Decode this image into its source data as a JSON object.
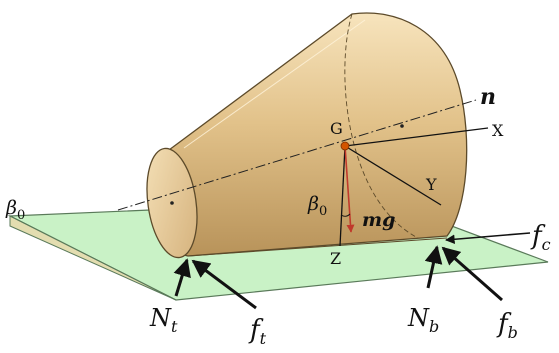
{
  "labels": {
    "n": "n",
    "G": "G",
    "X": "X",
    "Y": "Y",
    "Z": "Z",
    "mg": "mg",
    "beta_plane": "β",
    "beta_plane_sub": "0",
    "beta_axis": "β",
    "beta_axis_sub": "0",
    "Nt": "N",
    "Nt_sub": "t",
    "ft": "f",
    "ft_sub": "t",
    "Nb": "N",
    "Nb_sub": "b",
    "fb": "f",
    "fb_sub": "b",
    "fc": "f",
    "fc_sub": "c"
  },
  "colors": {
    "plane_fill": "#c9f2c6",
    "plane_edge": "#5a7a5a",
    "wedge_fill": "#e3ddb0",
    "cone_light": "#f3dcb0",
    "cone_mid": "#d9b57c",
    "cone_dark": "#b08a52",
    "gravity_arrow": "#c0392b",
    "com_dot": "#d35400",
    "force_line": "#111111"
  }
}
